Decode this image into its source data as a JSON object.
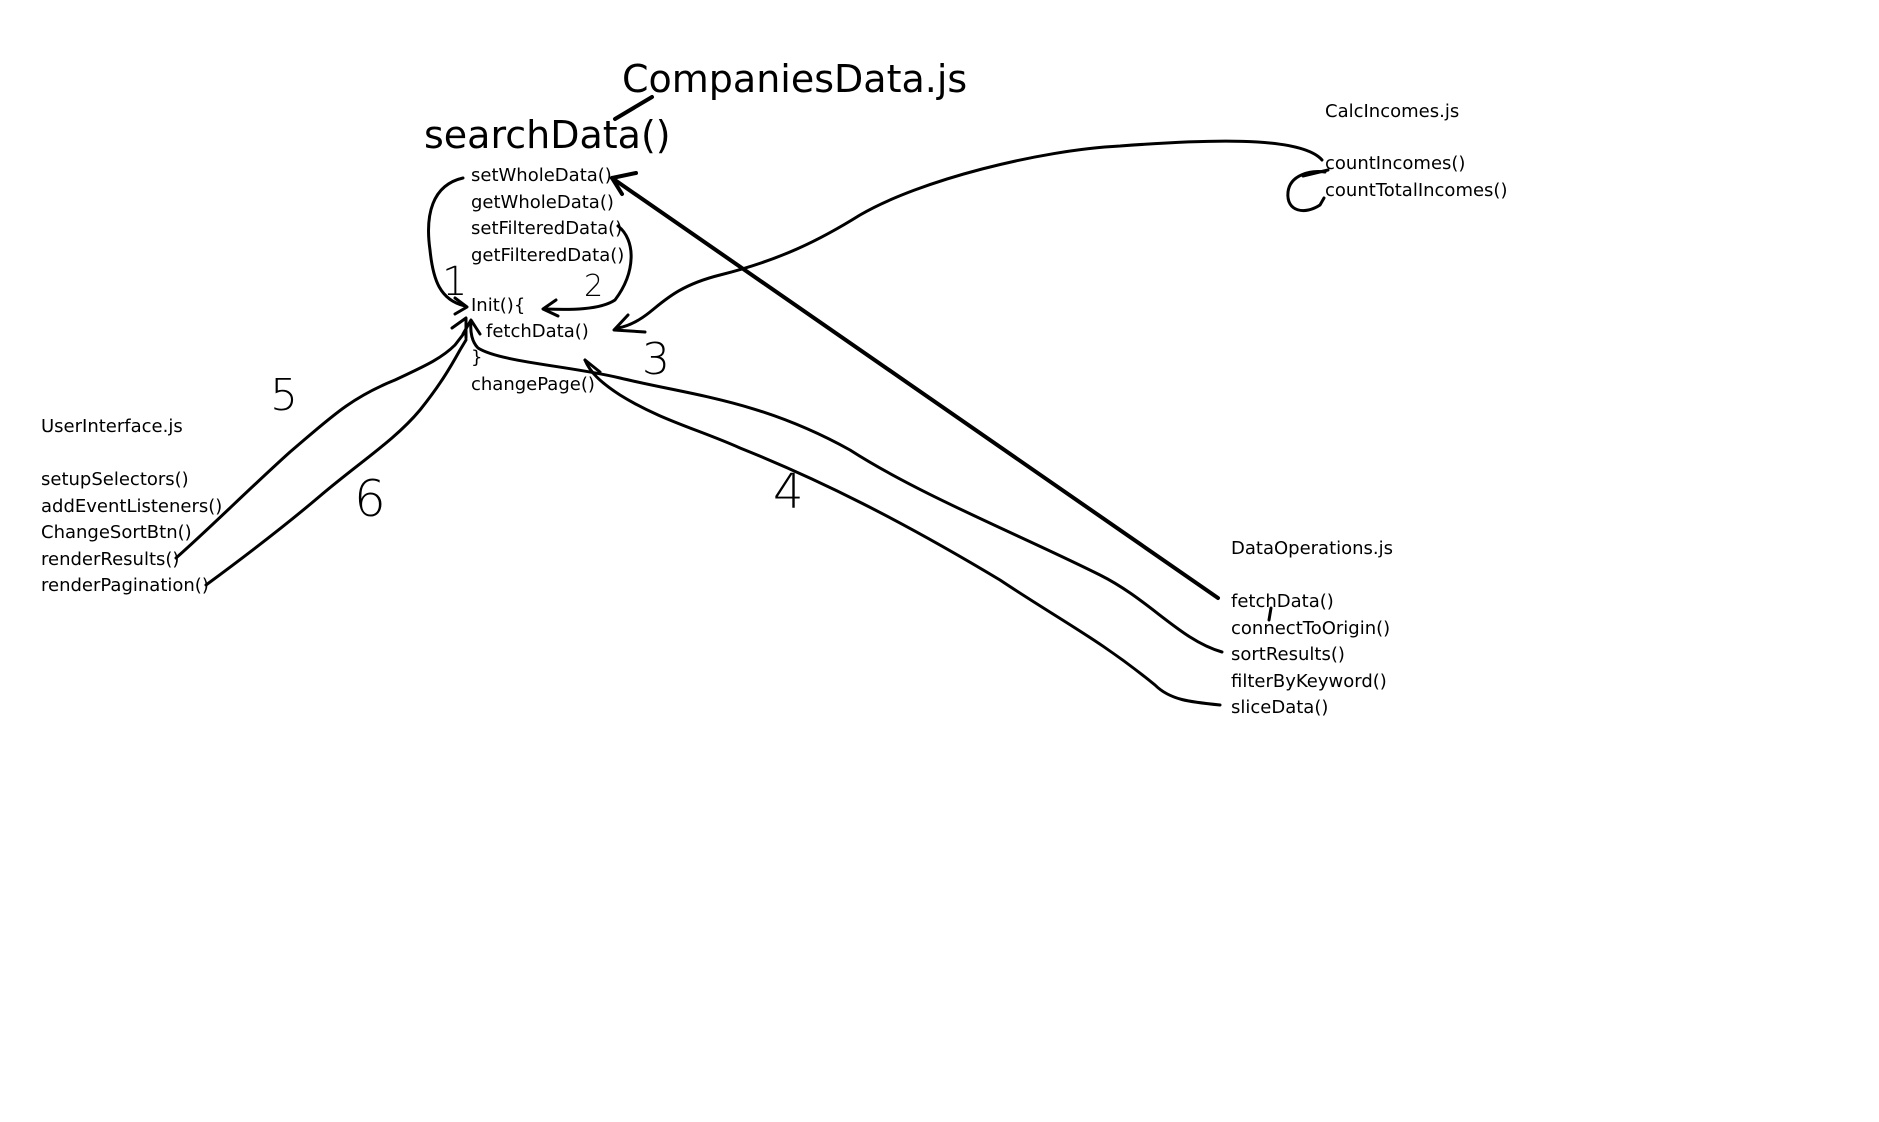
{
  "companies_file": {
    "title": "CompaniesData.js",
    "function": "searchData()",
    "methods": [
      "setWholeData()",
      "getWholeData()",
      "setFilteredData()",
      "getFilteredData()"
    ],
    "init_lines": [
      "Init(){",
      "fetchData()",
      "}",
      "changePage()"
    ]
  },
  "calc_file": {
    "title": "CalcIncomes.js",
    "methods": [
      "countIncomes()",
      "countTotalIncomes()"
    ]
  },
  "ui_file": {
    "title": "UserInterface.js",
    "methods": [
      "setupSelectors()",
      "addEventListeners()",
      "ChangeSortBtn()",
      "renderResults()",
      "renderPagination()"
    ]
  },
  "data_ops_file": {
    "title": "DataOperations.js",
    "methods": [
      "fetchData()",
      "connectToOrigin()",
      "sortResults()",
      "filterByKeyword()",
      "sliceData()"
    ]
  },
  "step_numbers": [
    "1",
    "2",
    "3",
    "4",
    "5",
    "6"
  ]
}
